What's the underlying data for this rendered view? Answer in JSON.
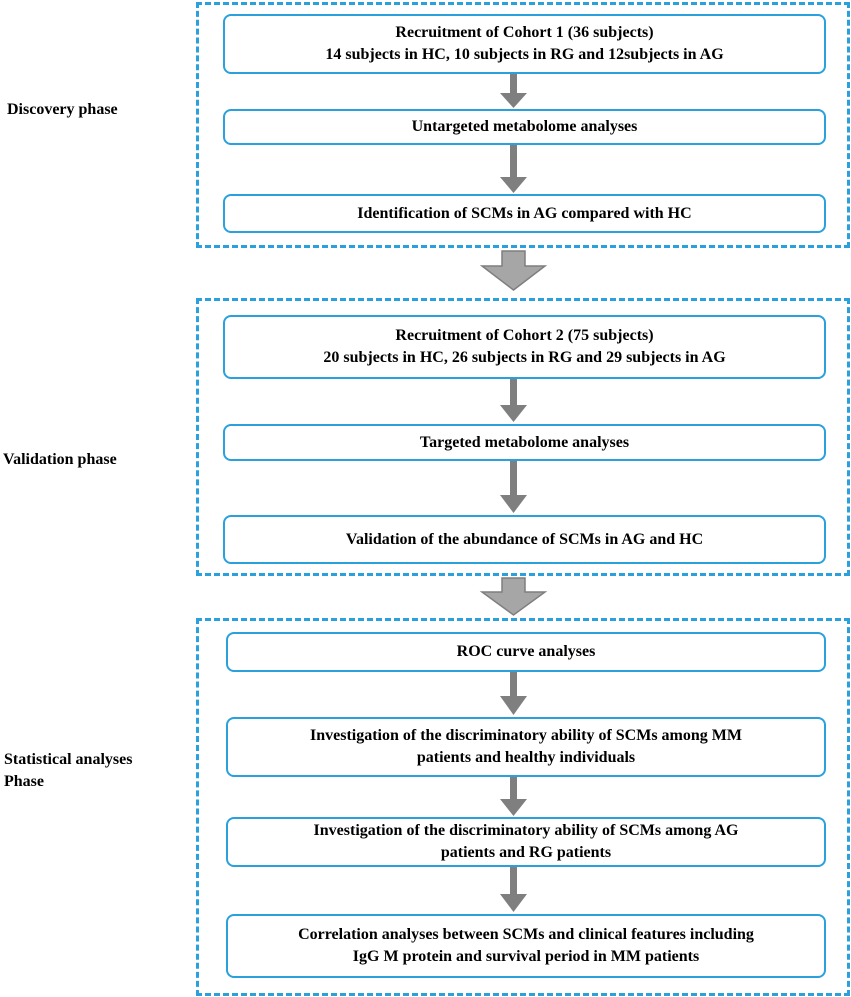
{
  "phases": [
    {
      "label": "Discovery phase",
      "steps": [
        "Recruitment of Cohort 1 (36 subjects)\n14 subjects in HC, 10 subjects in RG and 12subjects in AG",
        "Untargeted metabolome analyses",
        "Identification of SCMs in AG compared with HC"
      ]
    },
    {
      "label": "Validation phase",
      "steps": [
        "Recruitment  of  Cohort 2 (75 subjects)\n20 subjects in HC, 26 subjects in RG and 29 subjects in AG",
        "Targeted metabolome analyses",
        "Validation of the abundance of SCMs in AG and HC"
      ]
    },
    {
      "label": "Statistical analyses\nPhase",
      "steps": [
        "ROC curve analyses",
        "Investigation of the discriminatory ability of SCMs among MM\npatients and healthy individuals",
        "Investigation of the discriminatory  ability  of SCMs among AG\npatients and RG patients",
        "Correlation analyses between SCMs and clinical features including\nIgG M protein and survival period in MM patients"
      ]
    }
  ],
  "colors": {
    "border": "#2aa0dd",
    "arrow": "#7f7f7f",
    "block_arrow": "#a6a6a6"
  }
}
